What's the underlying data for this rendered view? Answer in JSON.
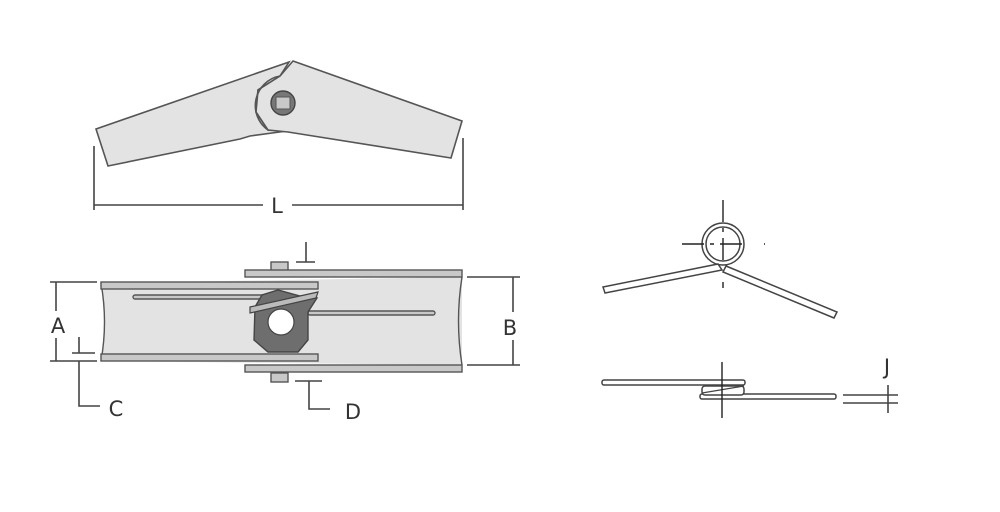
{
  "labels": {
    "L": "L",
    "A": "A",
    "B": "B",
    "C": "C",
    "D": "D",
    "J": "J"
  },
  "colors": {
    "part_fill": "#e3e3e3",
    "outline": "#555555",
    "hub": "#6e6e6e"
  }
}
